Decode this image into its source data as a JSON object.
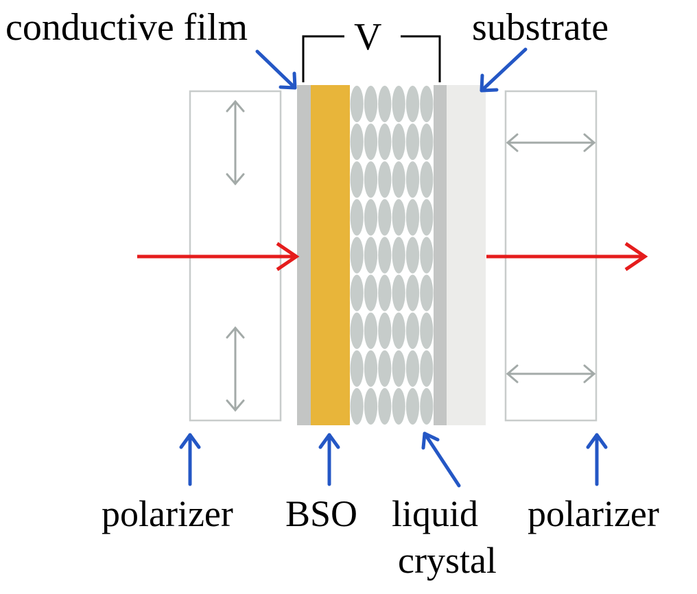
{
  "labels": {
    "conductive_film": "conductive film",
    "voltage": "V",
    "substrate": "substrate",
    "polarizer_left": "polarizer",
    "bso": "BSO",
    "liquid_crystal_line1": "liquid",
    "liquid_crystal_line2": "crystal",
    "polarizer_right": "polarizer"
  },
  "colors": {
    "pointer_arrow": "#2457c5",
    "light_beam": "#e51c1c",
    "bso_layer": "#e8b53a",
    "conductive_film": "#c3c5c4",
    "liquid_crystal_molecule": "#c6ccca",
    "substrate": "#ececea",
    "polarizer_frame": "#c8cccb",
    "polarization_arrow": "#a3aaa8",
    "voltage_wire": "#000000"
  },
  "icons": {
    "pointer": "arrow-icon",
    "polarization_vertical": "double-headed-vertical-arrow-icon",
    "polarization_horizontal": "double-headed-horizontal-arrow-icon"
  }
}
